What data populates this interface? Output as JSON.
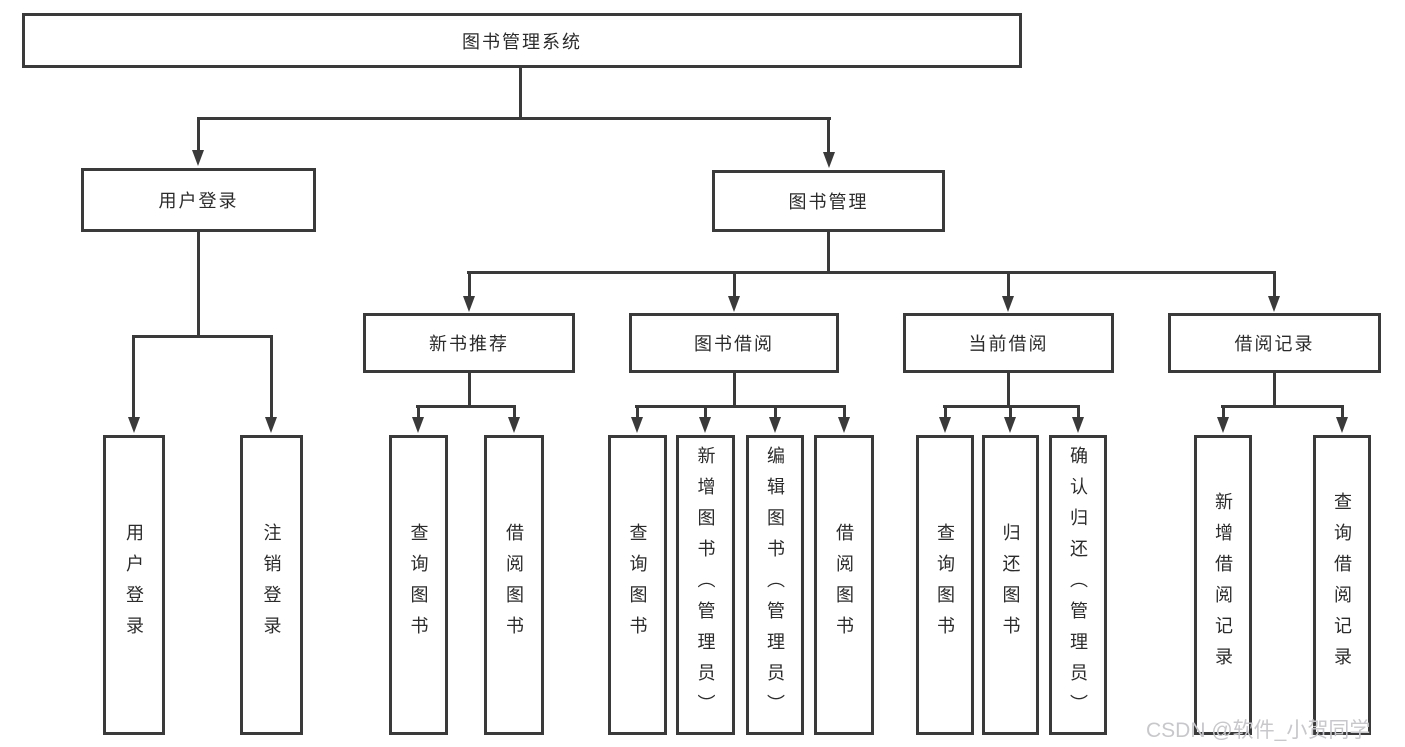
{
  "diagram": {
    "watermark": "CSDN @软件_小贺同学",
    "colors": {
      "line": "#3a3a3a",
      "text": "#2b2b2b",
      "watermark": "#c8c8cc",
      "background": "#ffffff"
    },
    "tree": {
      "root": {
        "label": "图书管理系统",
        "children": [
          {
            "label": "用户登录",
            "children": [
              {
                "label": "用户登录"
              },
              {
                "label": "注销登录"
              }
            ]
          },
          {
            "label": "图书管理",
            "children": [
              {
                "label": "新书推荐",
                "children": [
                  {
                    "label": "查询图书"
                  },
                  {
                    "label": "借阅图书"
                  }
                ]
              },
              {
                "label": "图书借阅",
                "children": [
                  {
                    "label": "查询图书"
                  },
                  {
                    "label": "新增图书（管理员）"
                  },
                  {
                    "label": "编辑图书（管理员）"
                  },
                  {
                    "label": "借阅图书"
                  }
                ]
              },
              {
                "label": "当前借阅",
                "children": [
                  {
                    "label": "查询图书"
                  },
                  {
                    "label": "归还图书"
                  },
                  {
                    "label": "确认归还（管理员）"
                  }
                ]
              },
              {
                "label": "借阅记录",
                "children": [
                  {
                    "label": "新增借阅记录"
                  },
                  {
                    "label": "查询借阅记录"
                  }
                ]
              }
            ]
          }
        ]
      }
    }
  }
}
